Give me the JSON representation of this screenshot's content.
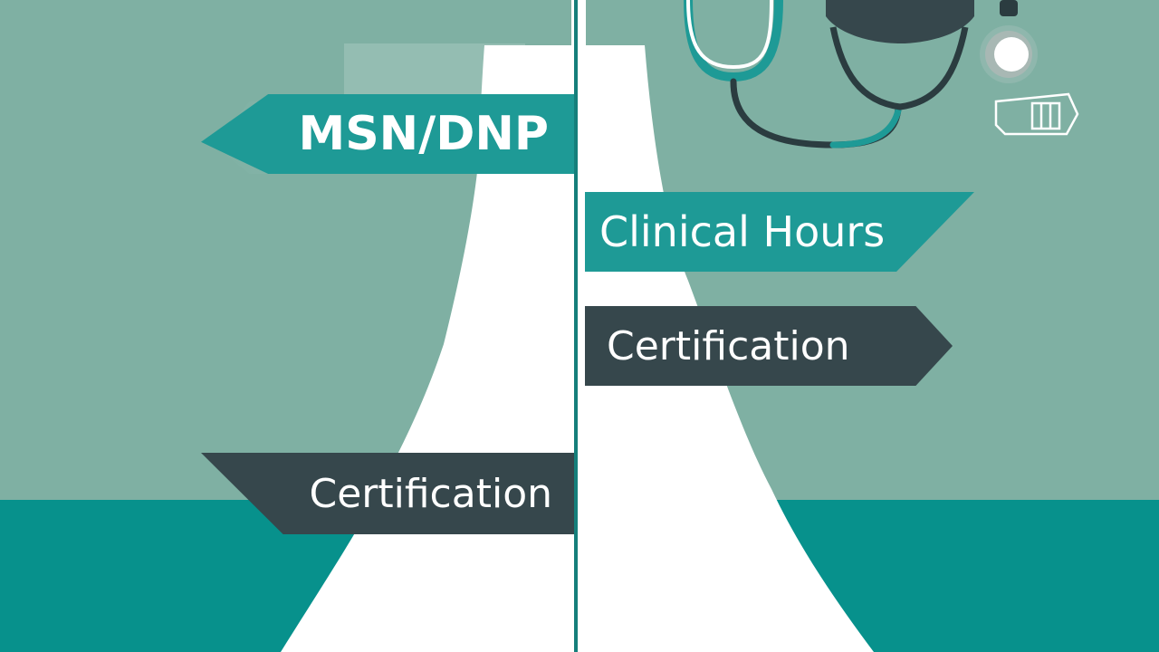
{
  "signs": {
    "msn_dnp": "MSN/DNP",
    "clinical_hours": "Clinical Hours",
    "certification_right": "Certification",
    "certification_left": "Certification"
  },
  "colors": {
    "background_sage": "#7fb0a3",
    "ground_teal": "#07918c",
    "road_white": "#ffffff",
    "sign_teal": "#1e9a96",
    "sign_dark": "#36474c",
    "pole": "#157f7b"
  },
  "icons": [
    "stethoscope-icon",
    "scrub-cap-icon",
    "dot-icon",
    "bandage-outline-icon"
  ]
}
